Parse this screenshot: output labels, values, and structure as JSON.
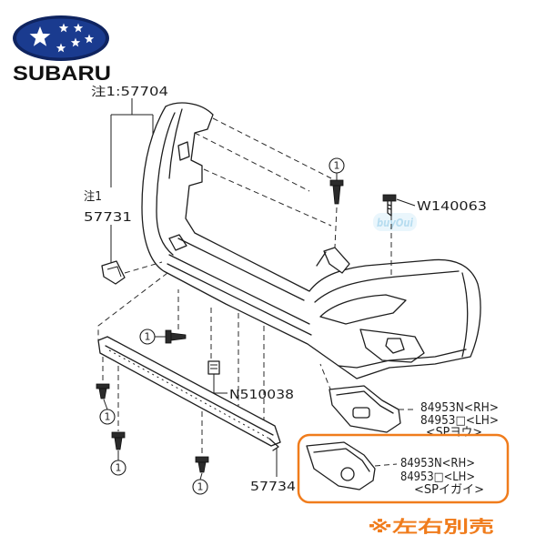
{
  "brand": {
    "logo_text": "SUBARU",
    "logo_icon": "subaru-pleiades-star-logo",
    "color": "#1a3b8f"
  },
  "watermark": "buyOui",
  "diagram": {
    "label_57704": "注1:57704",
    "label_note1": "注1",
    "label_57731": "57731",
    "label_w140063": "W140063",
    "label_n510038": "N510038",
    "label_57734": "57734",
    "callouts": [
      "1",
      "1",
      "1",
      "1",
      "1"
    ],
    "sp_cover": {
      "rh": "84953N<RH>",
      "lh": "84953□<LH>",
      "note": "<SPヨウ>"
    },
    "std_cover": {
      "rh": "84953N<RH>",
      "lh": "84953□<LH>",
      "note": "<SPイガイ>"
    }
  },
  "highlight": {
    "color": "#f07c1c",
    "note": "※左右別売"
  }
}
